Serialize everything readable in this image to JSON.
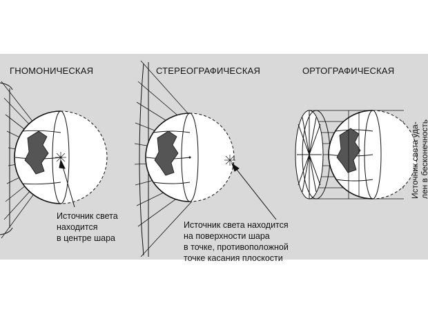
{
  "panels": [
    {
      "title": "ГНОМОНИЧЕСКАЯ",
      "caption": [
        "Источник света",
        "находится",
        "в центре шара"
      ]
    },
    {
      "title": "СТЕРЕОГРАФИЧЕСКАЯ",
      "caption": [
        "Источник света находится",
        "на поверхности шара",
        "в точке, противоположной",
        "точке касания плоскости"
      ]
    },
    {
      "title": "ОРТОГРАФИЧЕСКАЯ",
      "caption": [
        "Источник света уда-",
        "лен в бесконечность"
      ]
    }
  ],
  "colors": {
    "panel": "#d9d9d9",
    "page": "#ffffff",
    "ink": "#111111",
    "sphere": "#ffffff",
    "land": "#555555"
  }
}
